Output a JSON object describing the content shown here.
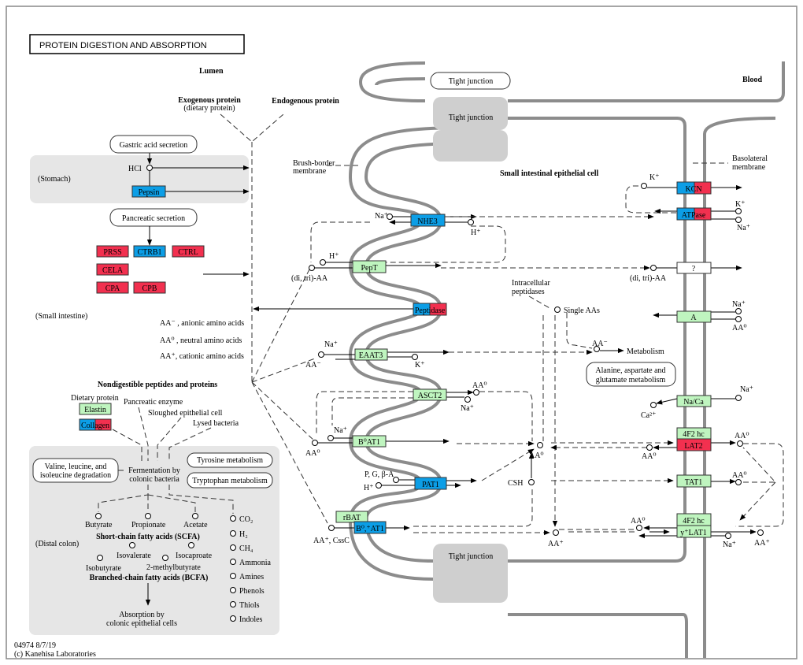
{
  "title": "PROTEIN DIGESTION AND ABSORPTION",
  "footer": {
    "id_date": "04974 8/7/19",
    "copyright": "(c) Kanehisa Laboratories"
  },
  "colors": {
    "gene_red": "#f2304f",
    "gene_blue": "#0c9ee6",
    "gene_green": "#bff5bf",
    "region_grey": "#e6e6e6",
    "membrane_grey": "#8c8c8c"
  },
  "compartments": {
    "lumen": "Lumen",
    "blood": "Blood",
    "stomach": "(Stomach)",
    "small_intestine": "(Small intestine)",
    "distal_colon": "(Distal colon)",
    "cell": "Small intestinal epithelial cell",
    "brush_border": [
      "Brush-border",
      "membrane"
    ],
    "basolateral": [
      "Basolateral",
      "membrane"
    ],
    "tight_junction": "Tight junction"
  },
  "lumen": {
    "exogenous": "Exogenous protein",
    "exogenous_sub": "(dietary protein)",
    "endogenous": "Endogenous protein",
    "gastric": "Gastric acid secretion",
    "hcl": "HCl",
    "pancreatic": "Pancreatic secretion",
    "legend": [
      "AA⁻ , anionic amino acids",
      "AA⁰ , neutral amino acids",
      "AA⁺, cationic amino acids"
    ],
    "nondigestible": "Nondigestible peptides and proteins",
    "dietary_protein": "Dietary protein",
    "pancreatic_enzyme": "Pancreatic enzyme",
    "sloughed": "Sloughed epithelial cell",
    "lysed": "Lysed bacteria"
  },
  "colon": {
    "valine": [
      "Valine, leucine, and",
      "isoleucine degradation"
    ],
    "fermentation": [
      "Fermentation by",
      "colonic bacteria"
    ],
    "tyrosine": "Tyrosine metabolism",
    "tryptophan": "Tryptophan metabolism",
    "butyrate": "Butyrate",
    "propionate": "Propionate",
    "acetate": "Acetate",
    "scfa": "Short-chain fatty acids (SCFA)",
    "isovalerate": "Isovalerate",
    "isocaproate": "Isocaproate",
    "isobutyrate": "Isobutyrate",
    "methylbutyrate": "2-methylbutyrate",
    "bcfa": "Branched-chain fatty acids (BCFA)",
    "gases": [
      "CO₂",
      "H₂",
      "CH₄",
      "Ammonia",
      "Amines",
      "Phenols",
      "Thiols",
      "Indoles"
    ],
    "absorption": [
      "Absorption by",
      "colonic epithelial cells"
    ]
  },
  "genes": {
    "pepsin": {
      "label": "Pepsin",
      "color": "blue"
    },
    "prss": {
      "label": "PRSS",
      "color": "red"
    },
    "ctrb1": {
      "label": "CTRB1",
      "color": "blue"
    },
    "ctrl": {
      "label": "CTRL",
      "color": "red"
    },
    "cela": {
      "label": "CELA",
      "color": "red"
    },
    "cpa": {
      "label": "CPA",
      "color": "red"
    },
    "cpb": {
      "label": "CPB",
      "color": "red"
    },
    "elastin": {
      "label": "Elastin",
      "color": "green"
    },
    "collagen": {
      "label": "Collagen",
      "color": "blue/red"
    },
    "nhe3": {
      "label": "NHE3",
      "color": "blue"
    },
    "pept": {
      "label": "PepT",
      "color": "green"
    },
    "peptidase": {
      "label": "Peptidase",
      "color": "blue/red"
    },
    "eaat3": {
      "label": "EAAT3",
      "color": "green"
    },
    "asct2": {
      "label": "ASCT2",
      "color": "green"
    },
    "b0at1": {
      "label": "B⁰AT1",
      "color": "green"
    },
    "pat1": {
      "label": "PAT1",
      "color": "blue"
    },
    "rbat": {
      "label": "rBAT",
      "color": "green"
    },
    "b0at1plus": {
      "label": "B⁰,⁺AT1",
      "color": "blue"
    },
    "kcn": {
      "label": "KCN",
      "color": "blue/red"
    },
    "atpase": {
      "label": "ATPase",
      "color": "blue/red"
    },
    "unknown": {
      "label": "?",
      "color": "white"
    },
    "a": {
      "label": "A",
      "color": "green"
    },
    "naca": {
      "label": "Na/Ca",
      "color": "green"
    },
    "hc4f2a": {
      "label": "4F2 hc",
      "color": "green"
    },
    "lat2": {
      "label": "LAT2",
      "color": "red"
    },
    "tat1": {
      "label": "TAT1",
      "color": "green"
    },
    "hc4f2b": {
      "label": "4F2 hc",
      "color": "green"
    },
    "ylat1": {
      "label": "y⁺LAT1",
      "color": "green"
    }
  },
  "compounds": {
    "na": "Na⁺",
    "h": "H⁺",
    "k": "K⁺",
    "ca": "Ca²⁺",
    "aa_minus": "AA⁻",
    "aa0": "AA⁰",
    "aa_plus": "AA⁺",
    "di_tri": "(di, tri)-AA",
    "pgba": "P, G, β-A",
    "aa_cssc": "AA⁺, CssC",
    "csh": "CSH",
    "single_aas": "Single AAs",
    "intracellular": [
      "Intracellular",
      "peptidases"
    ],
    "metabolism": "Metabolism",
    "ala_asp_glu": [
      "Alanine, aspartate and",
      "glutamate metabolism"
    ]
  }
}
